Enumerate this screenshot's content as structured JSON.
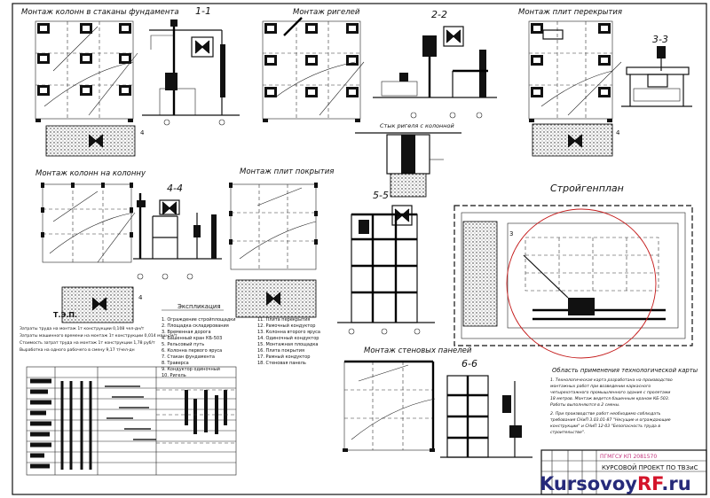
{
  "views": {
    "columns_in_sockets": "Монтаж колонн в стаканы фундамента",
    "section_1_1": "1-1",
    "beams": "Монтаж ригелей",
    "section_2_2": "2-2",
    "slabs_floor": "Монтаж плит перекрытия",
    "section_3_3": "3-3",
    "beam_column_joint": "Стык ригеля с колонной",
    "columns_on_column": "Монтаж колонн на колонну",
    "section_4_4": "4-4",
    "slabs_roof": "Монтаж плит покрытия",
    "section_5_5": "5-5",
    "site_plan": "Стройгенплан",
    "wall_panels": "Монтаж стеновых панелей",
    "section_6_6": "6-6"
  },
  "callouts": {
    "n4": "4",
    "n3": "3"
  },
  "tep": {
    "title": "Т.Э.П.",
    "rows": [
      "Затраты труда на монтаж 1т конструкции   0,108 чел-дн/т",
      "Затраты машинного времени на монтаж 1т конструкции   0,014 маш-см/т",
      "Стоимость затрат труда на монтаж 1т конструкции   1,78 руб/т",
      "Выработка на одного рабочего в смену   9,17 т/чел-дн"
    ]
  },
  "explication": {
    "title": "Экспликация",
    "left_items": [
      "1. Ограждение стройплощадки",
      "2. Площадка складирования",
      "3. Временная дорога",
      "4. Башенный кран КБ-503",
      "5. Рельсовый путь",
      "6. Колонна первого яруса",
      "7. Стакан фундамента",
      "8. Траверса",
      "9. Кондуктор одиночный",
      "10. Ригель"
    ],
    "right_items": [
      "11. Плита перекрытия",
      "12. Рамочный кондуктор",
      "13. Колонна второго яруса",
      "14. Одиночный кондуктор",
      "15. Монтажная площадка",
      "16. Плита покрытия",
      "17. Рамный кондуктор",
      "18. Стеновая панель"
    ]
  },
  "notes": {
    "title": "Область применения технологической карты",
    "lines": [
      "1. Технологическая карта разработана на производство",
      "монтажных работ при возведении каркасного",
      "четырехэтажного промышленного здания с пролетами",
      "18 метров. Монтаж ведется башенным краном КБ-503.",
      "Работы выполняются в 2 смены.",
      "2. При производстве работ необходимо соблюдать",
      "требования СНиП 3.03.01-87 \"Несущие и ограждающие",
      "конструкции\" и СНиП 12-03 \"Безопасность труда в",
      "строительстве\"."
    ]
  },
  "stamp": {
    "code": "ПГМГСУ  КП  2081570",
    "title": "КУРСОВОЙ ПРОЕКТ ПО ТВЗиС"
  },
  "watermark": {
    "part1": "Kursovoy",
    "part2": "RF",
    "part3": ".ru"
  },
  "colors": {
    "watermark_dark": "#262a7a",
    "watermark_red": "#d4142a",
    "stamp_pink": "#c0307a",
    "crane_circle": "#c41a1a"
  }
}
